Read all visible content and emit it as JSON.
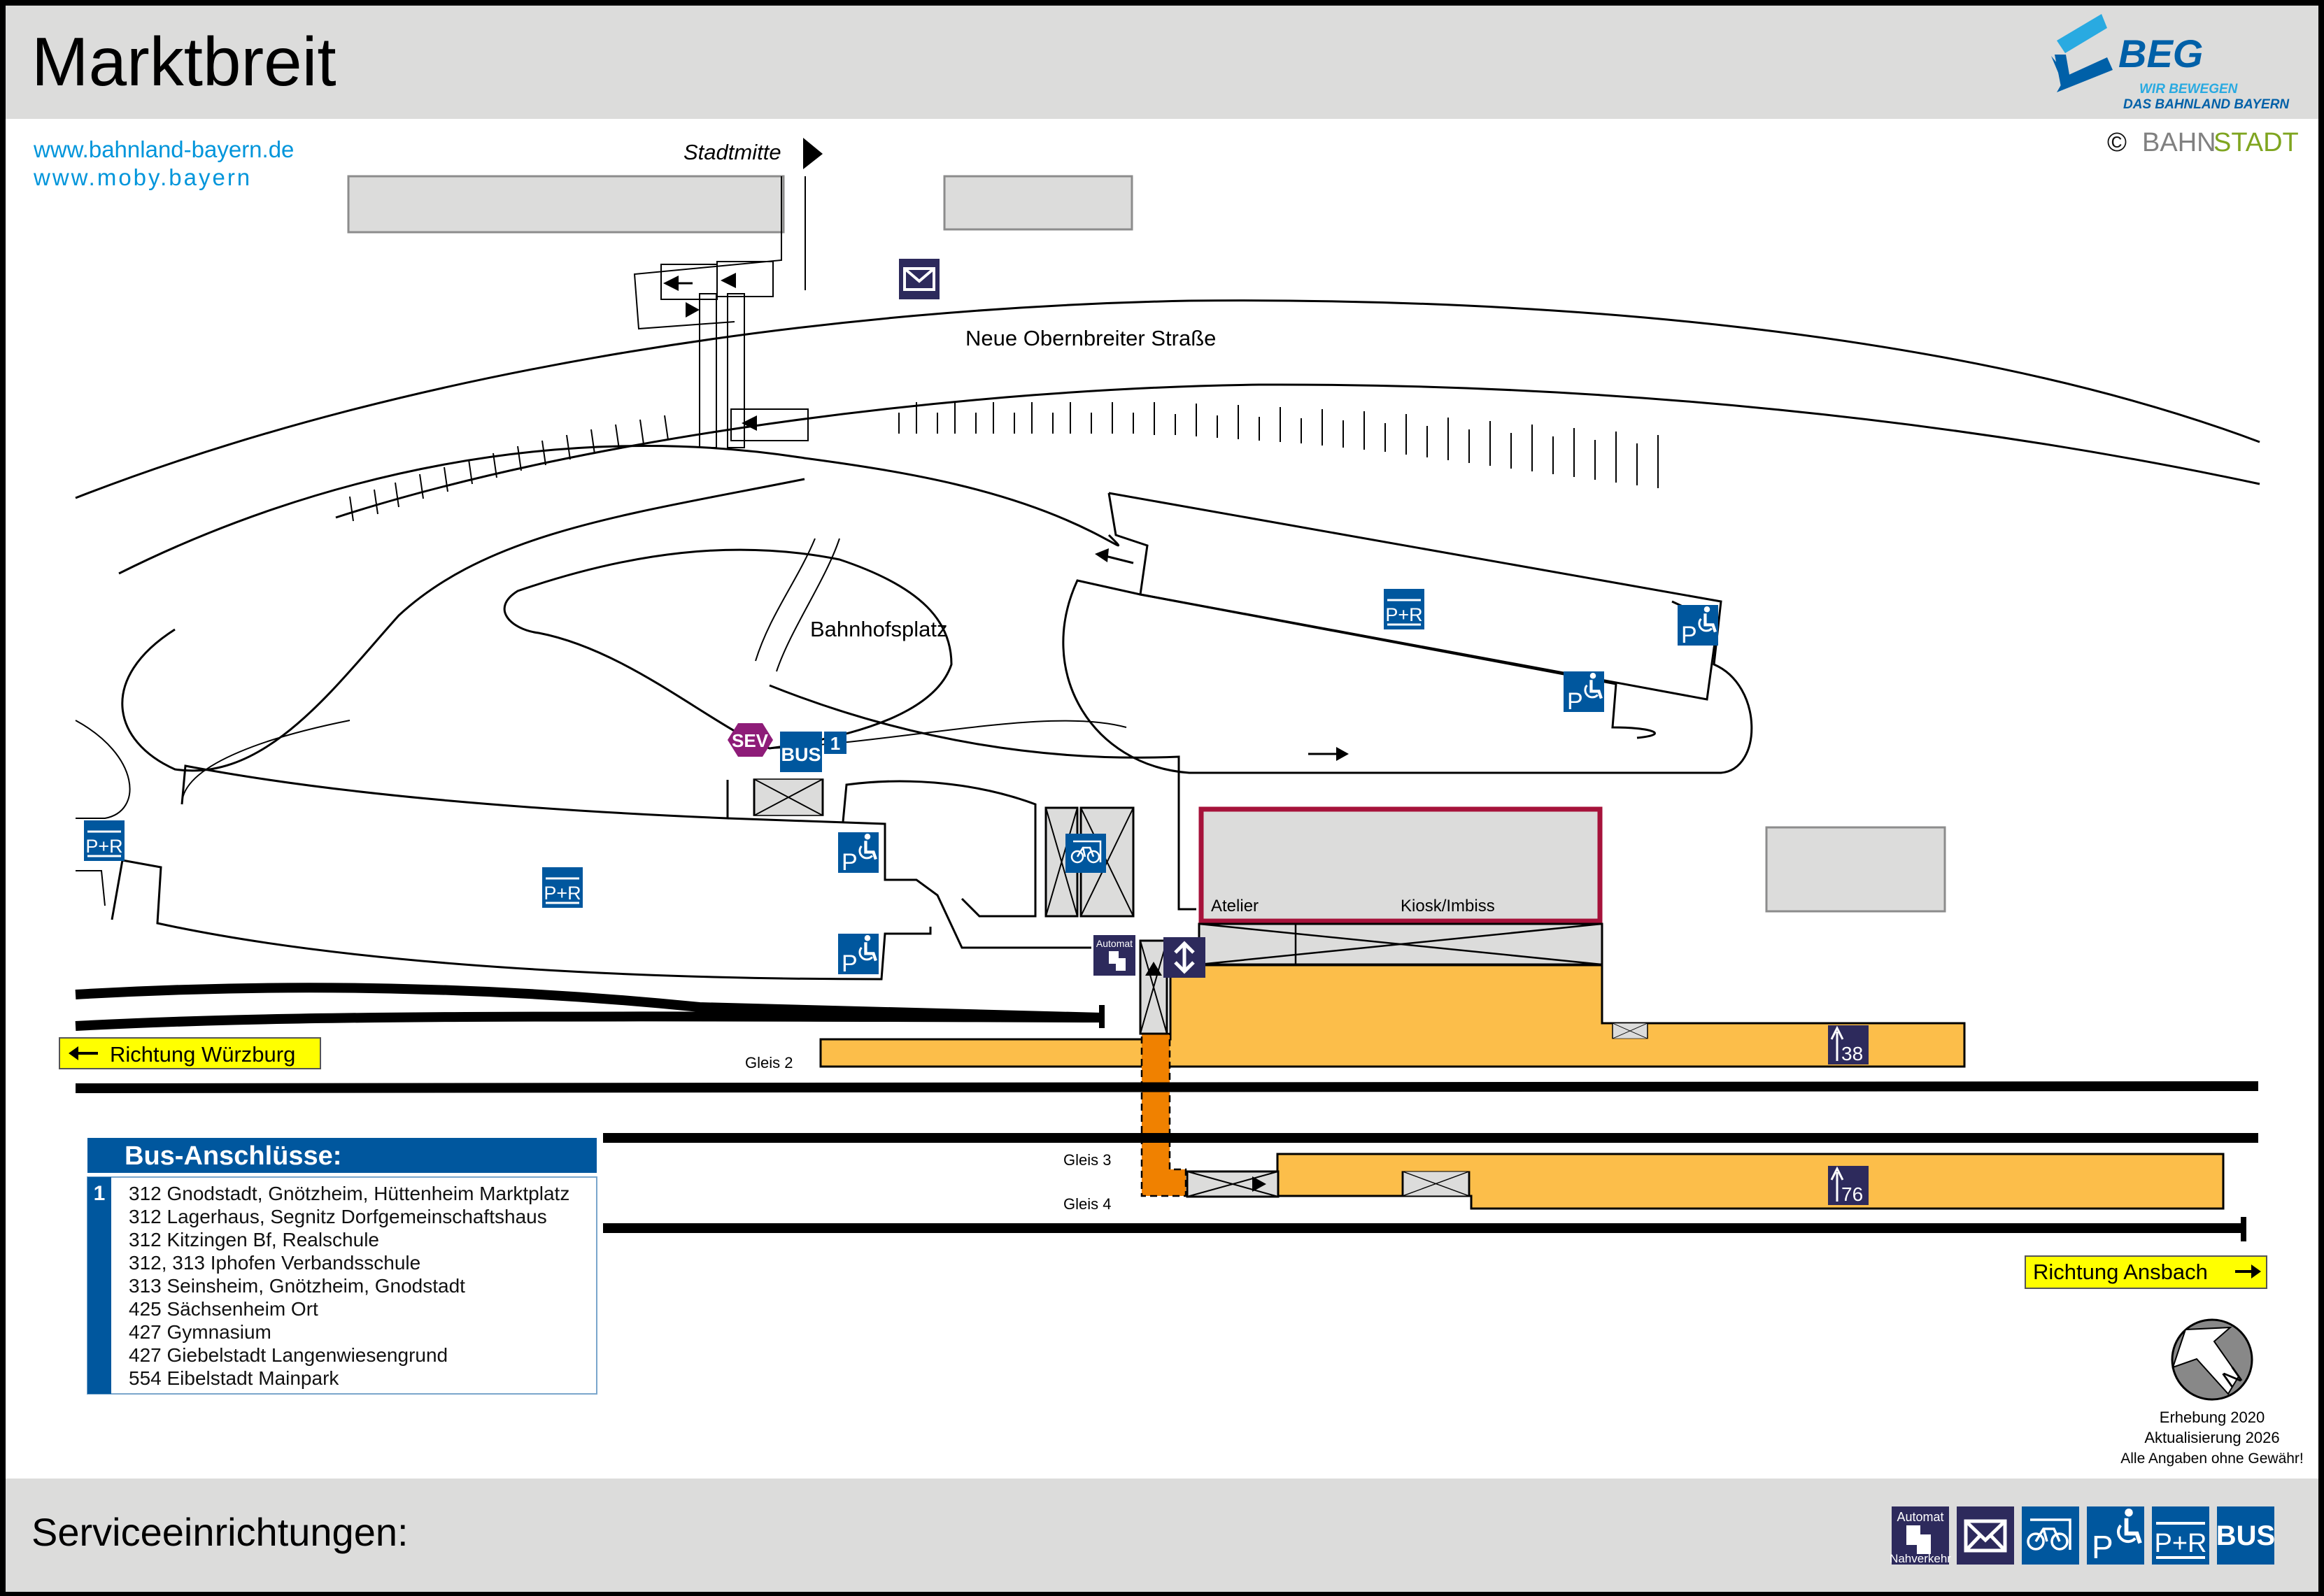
{
  "header": {
    "station_name": "Marktbreit",
    "links": [
      "www.bahnland-bayern.de",
      "www.moby.bayern"
    ],
    "logo": {
      "name": "BEG",
      "tagline_1": "WIR BEWEGEN",
      "tagline_2": "DAS BAHNLAND BAYERN"
    },
    "copyright": {
      "symbol": "©",
      "part1": "BAHN",
      "part2": "STADT"
    }
  },
  "map": {
    "direction_city_center": "Stadtmitte",
    "street_name": "Neue Obernbreiter Straße",
    "square_name": "Bahnhofsplatz",
    "building_labels": {
      "atelier": "Atelier",
      "kiosk": "Kiosk/Imbiss"
    },
    "tracks": {
      "gleis_2": "Gleis 2",
      "gleis_3": "Gleis 3",
      "gleis_4": "Gleis 4"
    },
    "platform_heights": {
      "platform_1": "38",
      "platform_2": "76"
    },
    "directions": {
      "west": "Richtung Würzburg",
      "east": "Richtung Ansbach"
    },
    "icons": {
      "sev": "SEV",
      "bus": "BUS",
      "bus_stop_number": "1",
      "pr": "P+R",
      "p": "P",
      "automat_top": "Automat",
      "automat_bottom": "Nahverkehr"
    }
  },
  "bus_connections": {
    "title": "Bus-Anschlüsse:",
    "stop_number": "1",
    "lines": [
      "312 Gnodstadt, Gnötzheim, Hüttenheim Marktplatz",
      "312 Lagerhaus, Segnitz Dorfgemeinschaftshaus",
      "312 Kitzingen Bf, Realschule",
      "312, 313 Iphofen Verbandsschule",
      "313 Seinsheim, Gnötzheim, Gnodstadt",
      "425 Sächsenheim Ort",
      "427 Gymnasium",
      "427 Giebelstadt Langenwiesengrund",
      "554 Eibelstadt Mainpark"
    ]
  },
  "info": {
    "north_label": "N",
    "survey": "Erhebung 2020",
    "update": "Aktualisierung 2026",
    "disclaimer": "Alle Angaben ohne Gewähr!"
  },
  "footer": {
    "title": "Serviceeinrichtungen:",
    "services": [
      {
        "icon": "ticket-machine-icon",
        "label_top": "Automat",
        "label_bottom": "Nahverkehr"
      },
      {
        "icon": "mailbox-icon"
      },
      {
        "icon": "bicycle-parking-icon"
      },
      {
        "icon": "disabled-parking-icon",
        "label": "P"
      },
      {
        "icon": "park-and-ride-icon",
        "label": "P+R"
      },
      {
        "icon": "bus-icon",
        "label": "BUS"
      }
    ]
  },
  "colors": {
    "header_bg": "#dcdcdb",
    "link_blue": "#0095db",
    "sign_blue": "#00579e",
    "sign_navy": "#2d2a5c",
    "sev_purple": "#8e1c78",
    "platform": "#fcbe4a",
    "underpass": "#f08100",
    "kiosk_border": "#a6123a",
    "direction_yellow": "#ffff00",
    "bahnstadt_grey": "#808080",
    "bahnstadt_green": "#7fa520"
  }
}
